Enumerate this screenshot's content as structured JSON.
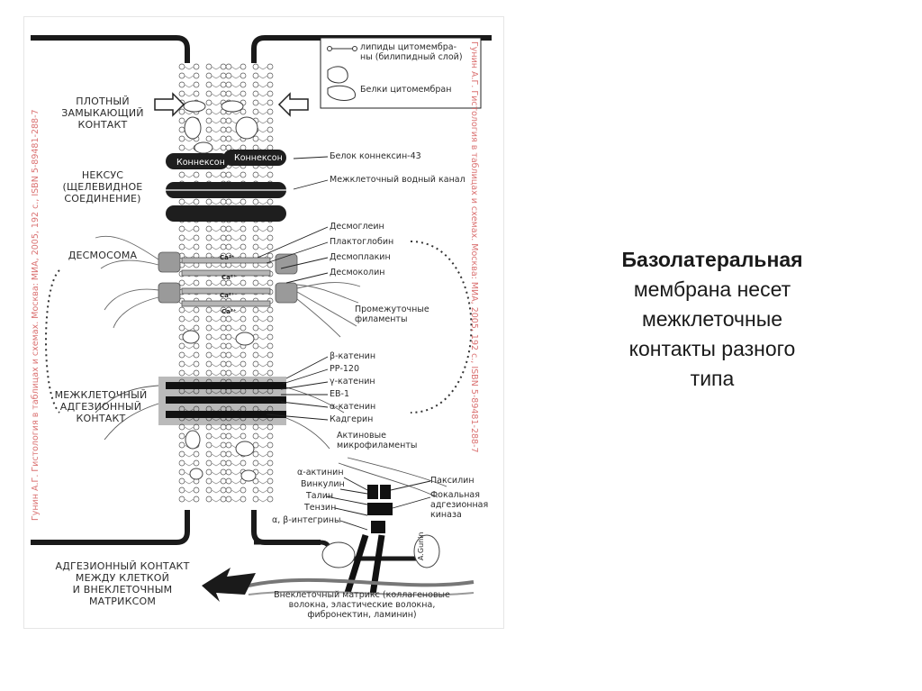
{
  "diagram": {
    "left_labels": {
      "tight_junction": [
        "ПЛОТНЫЙ",
        "ЗАМЫКАЮЩИЙ",
        "КОНТАКТ"
      ],
      "nexus": [
        "НЕКСУС",
        "(ЩЕЛЕВИДНОЕ",
        "СОЕДИНЕНИЕ)"
      ],
      "desmosome": [
        "ДЕСМОСОМА"
      ],
      "adhesion_junction": [
        "МЕЖКЛЕТОЧНЫЙ",
        "АДГЕЗИОННЫЙ",
        "КОНТАКТ"
      ],
      "matrix_contact": [
        "АДГЕЗИОННЫЙ КОНТАКТ",
        "МЕЖДУ КЛЕТКОЙ",
        "И ВНЕКЛЕТОЧНЫМ",
        "МАТРИКСОМ"
      ]
    },
    "legend": {
      "lipids": [
        "липиды цитомембра-",
        "ны (билипидный слой)"
      ],
      "proteins": "Белки цитомембран"
    },
    "connexon_labels": [
      "Коннексон",
      "Коннексон"
    ],
    "right_labels": {
      "connexin": "Белок коннексин-43",
      "water_channel": "Межклеточный водный канал",
      "desmoglein": "Десмоглеин",
      "plakoglobin": "Плактоглобин",
      "desmoplakin": "Десмоплакин",
      "desmocollin": "Десмоколин",
      "intermediate_filaments": [
        "Промежуточные",
        "филаменты"
      ],
      "beta_catenin": "β-катенин",
      "pp120": "РР-120",
      "gamma_catenin": "γ-катенин",
      "eb1": "ЕВ-1",
      "alpha_catenin": "α-катенин",
      "cadherin": "Кадгерин",
      "actin": [
        "Актиновые",
        "микрофиламенты"
      ],
      "paxillin": "Паксилин",
      "fak": [
        "Фокальная",
        "адгезионная",
        "киназа"
      ]
    },
    "focal_left_labels": {
      "alpha_actinin": "α-актинин",
      "vinculin": "Винкулин",
      "talin": "Талин",
      "tensin": "Тензин",
      "integrins": "α, β-интегрины"
    },
    "calcium_ions": [
      "Ca²⁺",
      "Ca²⁺",
      "Ca²⁺",
      "Ca²⁺"
    ],
    "extracellular_matrix": [
      "Внеклеточный матрикс (коллагеновые",
      "волокна, эластические волокна,",
      "фибронектин, ламинин)"
    ],
    "watermark_left": "Гунин А.Г. Гистология в таблицах и схемах. Москва: МИА, 2005, 192 с., ISBN 5-89481-288-7",
    "watermark_right": "Гунин А.Г. Гистология в таблицах и схемах. Москва: МИА, 2005, 192 с., ISBN 5-89481-288-7",
    "signature": "A.Gunin"
  },
  "caption": {
    "title": "Базолатеральная",
    "body": [
      "мембрана несет",
      "межклеточные",
      "контакты разного",
      "типа"
    ]
  }
}
